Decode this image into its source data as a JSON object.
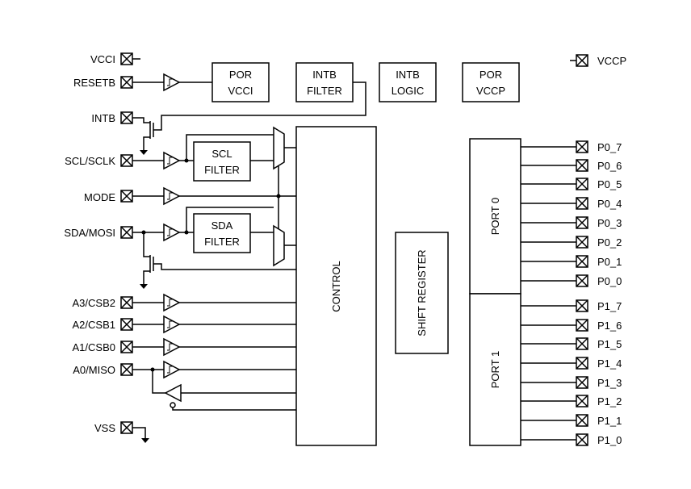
{
  "blocks": {
    "por_vcci": [
      "POR",
      "VCCI"
    ],
    "intb_filter": [
      "INTB",
      "FILTER"
    ],
    "intb_logic": [
      "INTB",
      "LOGIC"
    ],
    "por_vccp": [
      "POR",
      "VCCP"
    ],
    "scl_filter": [
      "SCL",
      "FILTER"
    ],
    "sda_filter": [
      "SDA",
      "FILTER"
    ],
    "control": "CONTROL",
    "shift_register": "SHIFT REGISTER",
    "port0": "PORT 0",
    "port1": "PORT 1"
  },
  "pins_left": {
    "vcci": "VCCI",
    "resetb": "RESETB",
    "intb": "INTB",
    "scl": "SCL/SCLK",
    "mode": "MODE",
    "sda": "SDA/MOSI",
    "a3": "A3/CSB2",
    "a2": "A2/CSB1",
    "a1": "A1/CSB0",
    "a0": "A0/MISO",
    "vss": "VSS"
  },
  "pin_vccp": "VCCP",
  "pins_port0": [
    "P0_7",
    "P0_6",
    "P0_5",
    "P0_4",
    "P0_3",
    "P0_2",
    "P0_1",
    "P0_0"
  ],
  "pins_port1": [
    "P1_7",
    "P1_6",
    "P1_5",
    "P1_4",
    "P1_3",
    "P1_2",
    "P1_1",
    "P1_0"
  ]
}
